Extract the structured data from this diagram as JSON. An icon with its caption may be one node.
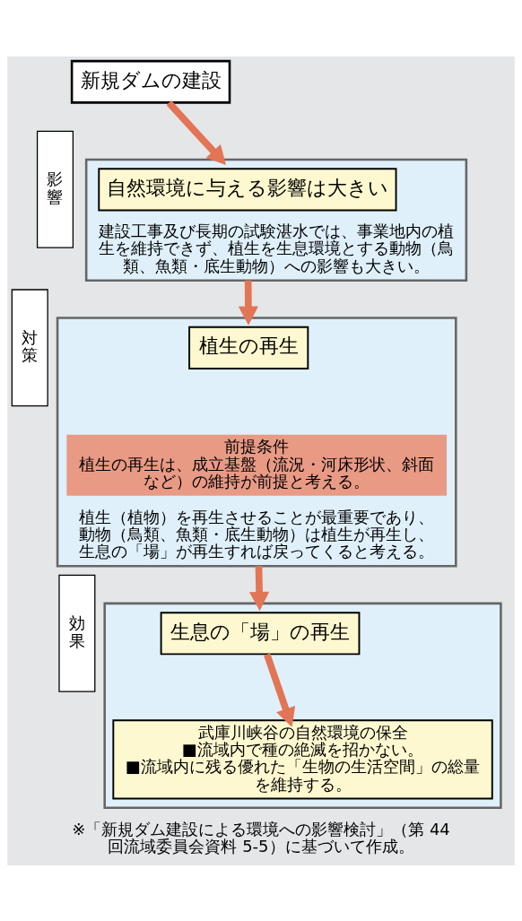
{
  "diagram": {
    "caption": "※「新規ダム建設による環境への影響検討」（第 44 回流域委員会資料 5-5）に基づいて作成。",
    "nodes": [
      {
        "text": [
          "新規ダムの建設"
        ]
      },
      {
        "text": [
          "影響"
        ]
      },
      {
        "text": [
          "建設工事及び長期の試験湛水では、事業地内の植生を維持できず、植生を生息環境とする動物（鳥類、魚類・底生動物）への影響も大きい。"
        ]
      },
      {
        "text": [
          "自然環境に与える影響は大きい"
        ],
        "in": 2
      },
      {
        "text": [
          "対策"
        ]
      },
      {
        "text": [
          "植生（植物）を再生させることが最重要であり、動物（鳥類、魚類・底生動物）は植生が再生し、生息の「場」が再生すれば戻ってくると考える。"
        ]
      },
      {
        "text": [
          "植生の再生"
        ],
        "in": 5
      },
      {
        "text": [
          "前提条件",
          "植生の再生は、成立基盤（流況・河床形状、斜面など）の維持が前提と考える。"
        ],
        "in": 5
      },
      {
        "text": [
          "効果"
        ]
      },
      {
        "text": [],
        "shape": "box"
      },
      {
        "text": [
          "生息の「場」の再生"
        ],
        "in": 9
      },
      {
        "text": [
          "武庫川峡谷の自然環境の保全",
          "■流域内で種の絶滅を招かない。",
          "■流域内に残る優れた「生物の生活空間」の総量を維持する。"
        ],
        "in": 9
      }
    ],
    "edges": [
      {
        "from": 0,
        "to": 2,
        "arrow": "to"
      },
      {
        "from": 2,
        "to": 5,
        "arrow": "to"
      },
      {
        "from": 5,
        "to": 9,
        "arrow": "to"
      },
      {
        "from": 10,
        "to": 11,
        "arrow": "to"
      }
    ]
  }
}
